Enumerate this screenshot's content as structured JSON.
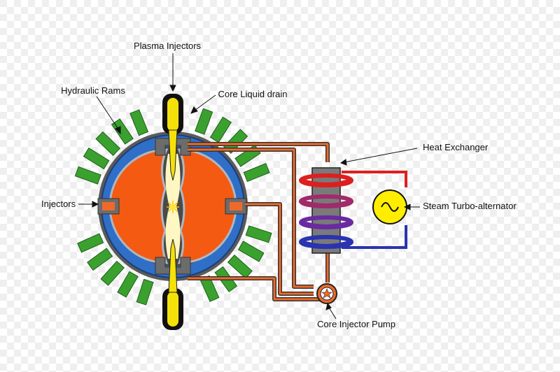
{
  "labels": {
    "plasma_injectors": "Plasma Injectors",
    "hydraulic_rams": "Hydraulic Rams",
    "core_liquid_drain": "Core Liquid drain",
    "heat_exchanger": "Heat Exchanger",
    "injectors": "Injectors",
    "steam_turbo_alternator": "Steam Turbo-alternator",
    "core_injector_pump": "Core Injector Pump"
  },
  "colors": {
    "background_checker_light": "#ffffff",
    "background_checker_dark": "#eeeeee",
    "ram": "#3aa12e",
    "vessel_shell": "#2f6fc7",
    "liquid_core": "#f45a12",
    "liquid_outline": "#b0b7c0",
    "plasma": "#fff7c2",
    "injector_body": "#f5e10a",
    "injector_cap": "#111111",
    "pipe_orange": "#ef6a2a",
    "pipe_dark": "#333333",
    "exchanger_block": "#7a7a7a",
    "coil_hot": "#dd1f1f",
    "coil_mid": "#a02a6a",
    "coil_cool": "#6a2aa0",
    "coil_cold": "#2a33b0",
    "alternator_fill": "#ffee00"
  }
}
